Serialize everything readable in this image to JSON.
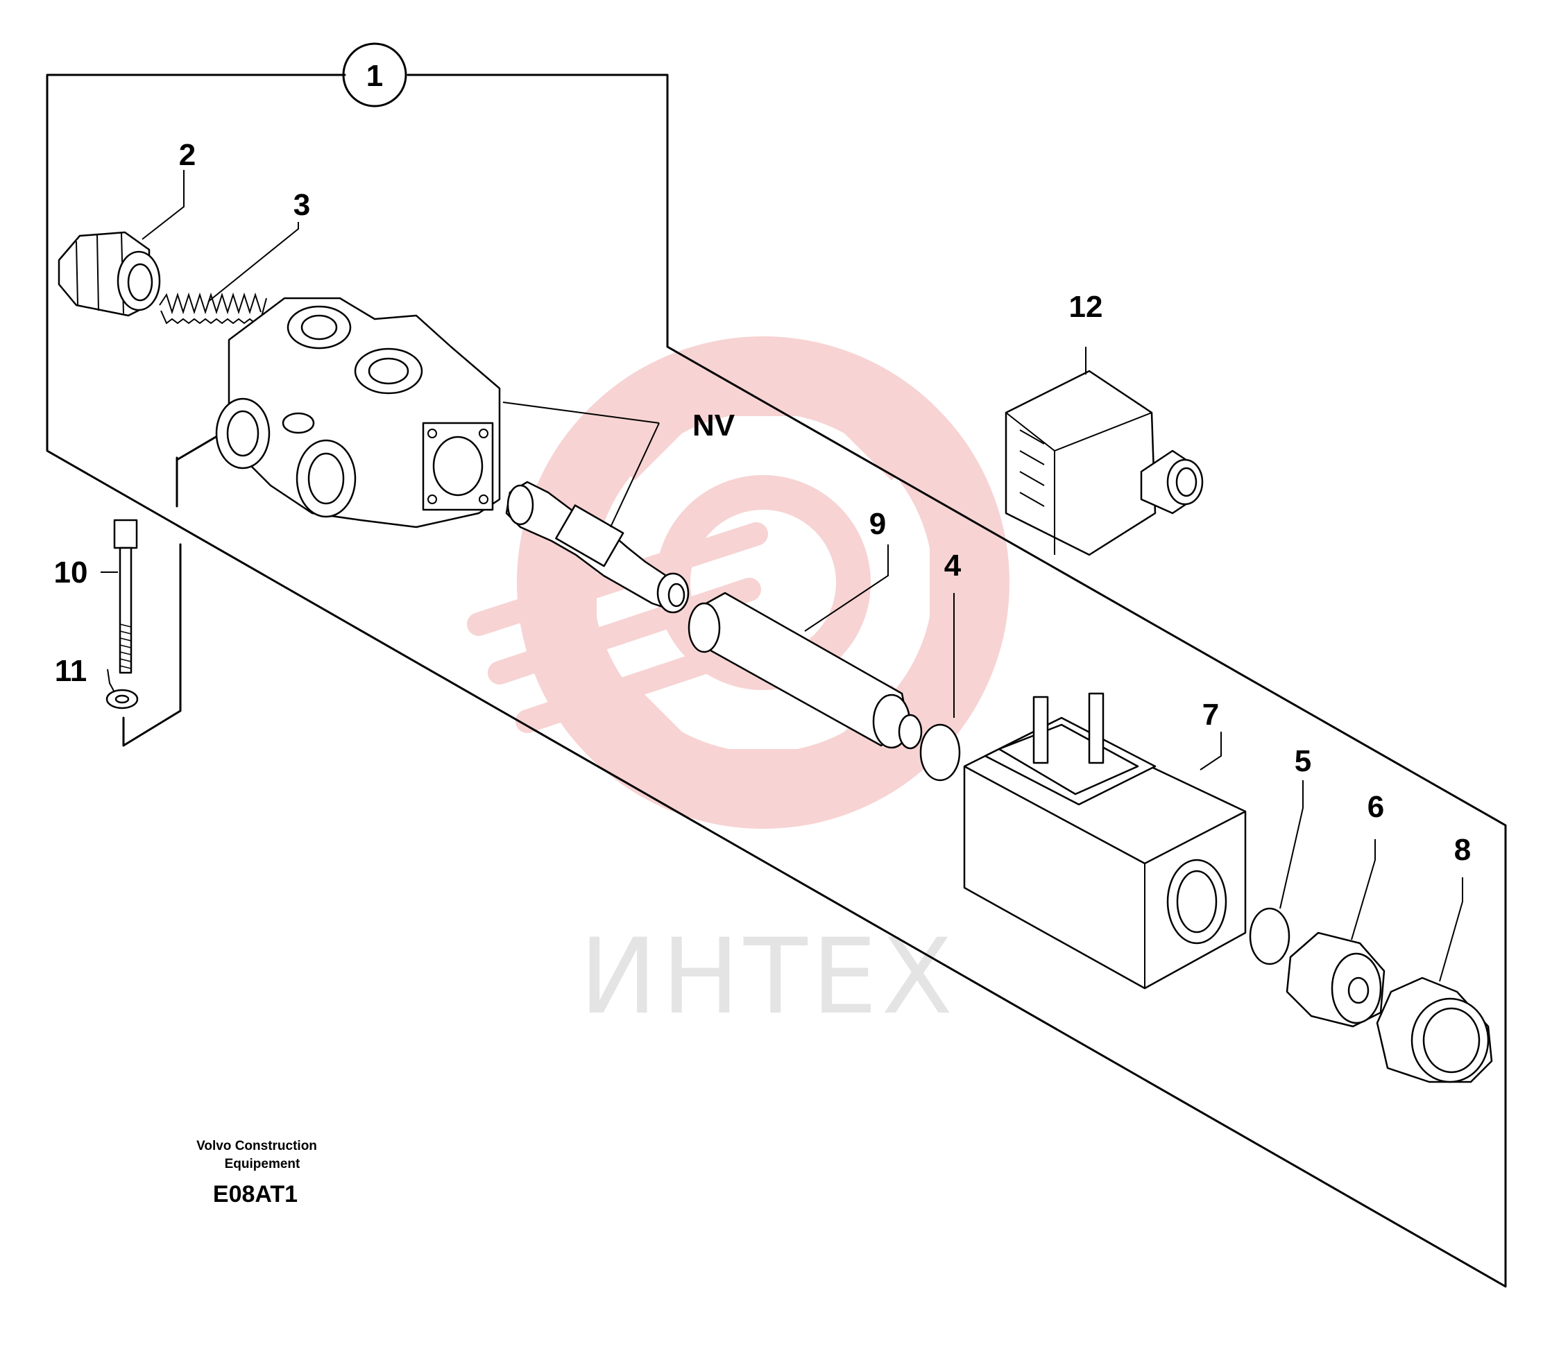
{
  "diagram": {
    "callouts": {
      "c1": "1",
      "c2": "2",
      "c3": "3",
      "c4": "4",
      "c5": "5",
      "c6": "6",
      "c7": "7",
      "c8": "8",
      "c9": "9",
      "c10": "10",
      "c11": "11",
      "c12": "12",
      "nv": "NV"
    },
    "credit_line1": "Volvo Construction",
    "credit_line2": "Equipement",
    "figure_code": "E08AT1"
  },
  "watermark": {
    "text": "ИНТЕХ",
    "gear_color": "#f6cccc",
    "text_color": "#e4e4e4"
  }
}
